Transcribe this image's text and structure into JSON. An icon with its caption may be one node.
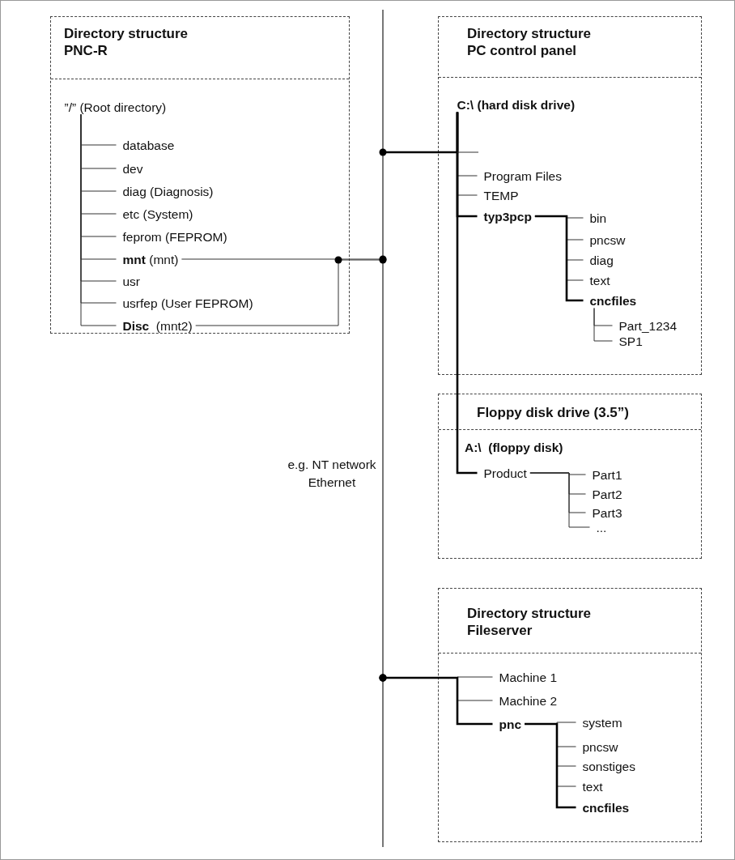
{
  "diagram": {
    "nodes": [
      {
        "text": [
          "Directory structure PNC-R"
        ]
      },
      {
        "text": [
          "”/” (Root directory)"
        ],
        "in": 0
      },
      {
        "text": [
          "database"
        ],
        "in": 0
      },
      {
        "text": [
          "dev"
        ],
        "in": 0
      },
      {
        "text": [
          "diag (Diagnosis)"
        ],
        "in": 0
      },
      {
        "text": [
          "etc (System)"
        ],
        "in": 0
      },
      {
        "text": [
          "feprom (FEPROM)"
        ],
        "in": 0
      },
      {
        "text": [
          "**mnt** (mnt)"
        ],
        "in": 0
      },
      {
        "text": [
          "usr"
        ],
        "in": 0
      },
      {
        "text": [
          "usrfep (User FEPROM)"
        ],
        "in": 0
      },
      {
        "text": [
          "**Disc**  (mnt2)"
        ],
        "in": 0
      },
      {
        "text": [],
        "shape": "bar",
        "beside": [
          "e.g. NT network Ethernet"
        ]
      },
      {
        "text": [
          "Directory structure PC control panel"
        ]
      },
      {
        "text": [
          "C:\\ (hard disk drive)"
        ],
        "in": 12
      },
      {
        "text": [
          "Program Files"
        ],
        "in": 12
      },
      {
        "text": [
          "TEMP"
        ],
        "in": 12
      },
      {
        "text": [
          "typ3pcp"
        ],
        "in": 12
      },
      {
        "text": [
          "bin"
        ],
        "in": 12
      },
      {
        "text": [
          "pncsw"
        ],
        "in": 12
      },
      {
        "text": [
          "diag"
        ],
        "in": 12
      },
      {
        "text": [
          "text"
        ],
        "in": 12
      },
      {
        "text": [
          "cncfiles"
        ],
        "in": 12
      },
      {
        "text": [
          "Part_1234"
        ],
        "in": 12
      },
      {
        "text": [
          "SP1"
        ],
        "in": 12
      },
      {
        "text": [
          "Floppy disk drive (3.5”)",
          "A:\\  (floppy disk)"
        ]
      },
      {
        "text": [
          "Product"
        ],
        "in": 24
      },
      {
        "text": [
          "Part1"
        ],
        "in": 24
      },
      {
        "text": [
          "Part2"
        ],
        "in": 24
      },
      {
        "text": [
          "Part3"
        ],
        "in": 24
      },
      {
        "text": [
          "..."
        ],
        "in": 24
      },
      {
        "text": [
          "Directory structure Fileserver"
        ]
      },
      {
        "text": [
          "Machine 1"
        ],
        "in": 30
      },
      {
        "text": [
          "Machine 2"
        ],
        "in": 30
      },
      {
        "text": [
          "pnc"
        ],
        "in": 30
      },
      {
        "text": [
          "system"
        ],
        "in": 30
      },
      {
        "text": [
          "pncsw"
        ],
        "in": 30
      },
      {
        "text": [
          "sonstiges"
        ],
        "in": 30
      },
      {
        "text": [
          "text"
        ],
        "in": 30
      },
      {
        "text": [
          "cncfiles"
        ],
        "in": 30
      }
    ],
    "edges": [
      {
        "from": 1,
        "to": 2,
        "arrow": "none"
      },
      {
        "from": 1,
        "to": 3,
        "arrow": "none"
      },
      {
        "from": 1,
        "to": 4,
        "arrow": "none"
      },
      {
        "from": 1,
        "to": 5,
        "arrow": "none"
      },
      {
        "from": 1,
        "to": 6,
        "arrow": "none"
      },
      {
        "from": 1,
        "to": 7,
        "arrow": "none"
      },
      {
        "from": 1,
        "to": 8,
        "arrow": "none"
      },
      {
        "from": 1,
        "to": 9,
        "arrow": "none"
      },
      {
        "from": 1,
        "to": 10,
        "arrow": "none"
      },
      {
        "from": 7,
        "to": 11,
        "arrow": "other"
      },
      {
        "from": 10,
        "to": 11,
        "arrow": "other"
      },
      {
        "from": 13,
        "to": 11,
        "arrow": "other",
        "style": "thick"
      },
      {
        "from": 13,
        "to": 14,
        "arrow": "none"
      },
      {
        "from": 13,
        "to": 15,
        "arrow": "none"
      },
      {
        "from": 13,
        "to": 16,
        "arrow": "none",
        "style": "thick"
      },
      {
        "from": 16,
        "to": 17,
        "arrow": "none"
      },
      {
        "from": 16,
        "to": 18,
        "arrow": "none"
      },
      {
        "from": 16,
        "to": 19,
        "arrow": "none"
      },
      {
        "from": 16,
        "to": 20,
        "arrow": "none"
      },
      {
        "from": 16,
        "to": 21,
        "arrow": "none",
        "style": "thick"
      },
      {
        "from": 21,
        "to": 22,
        "arrow": "none"
      },
      {
        "from": 21,
        "to": 23,
        "arrow": "none"
      },
      {
        "from": 13,
        "to": 25,
        "arrow": "none",
        "style": "thick"
      },
      {
        "from": 25,
        "to": 26,
        "arrow": "none"
      },
      {
        "from": 25,
        "to": 27,
        "arrow": "none"
      },
      {
        "from": 25,
        "to": 28,
        "arrow": "none"
      },
      {
        "from": 25,
        "to": 29,
        "arrow": "none"
      },
      {
        "from": 31,
        "to": 11,
        "arrow": "other"
      },
      {
        "from": 32,
        "to": 11,
        "arrow": "other"
      },
      {
        "from": 33,
        "to": 11,
        "arrow": "other",
        "style": "thick"
      },
      {
        "from": 33,
        "to": 34,
        "arrow": "none"
      },
      {
        "from": 33,
        "to": 35,
        "arrow": "none"
      },
      {
        "from": 33,
        "to": 36,
        "arrow": "none"
      },
      {
        "from": 33,
        "to": 37,
        "arrow": "none"
      },
      {
        "from": 33,
        "to": 38,
        "arrow": "none",
        "style": "thick"
      }
    ]
  }
}
